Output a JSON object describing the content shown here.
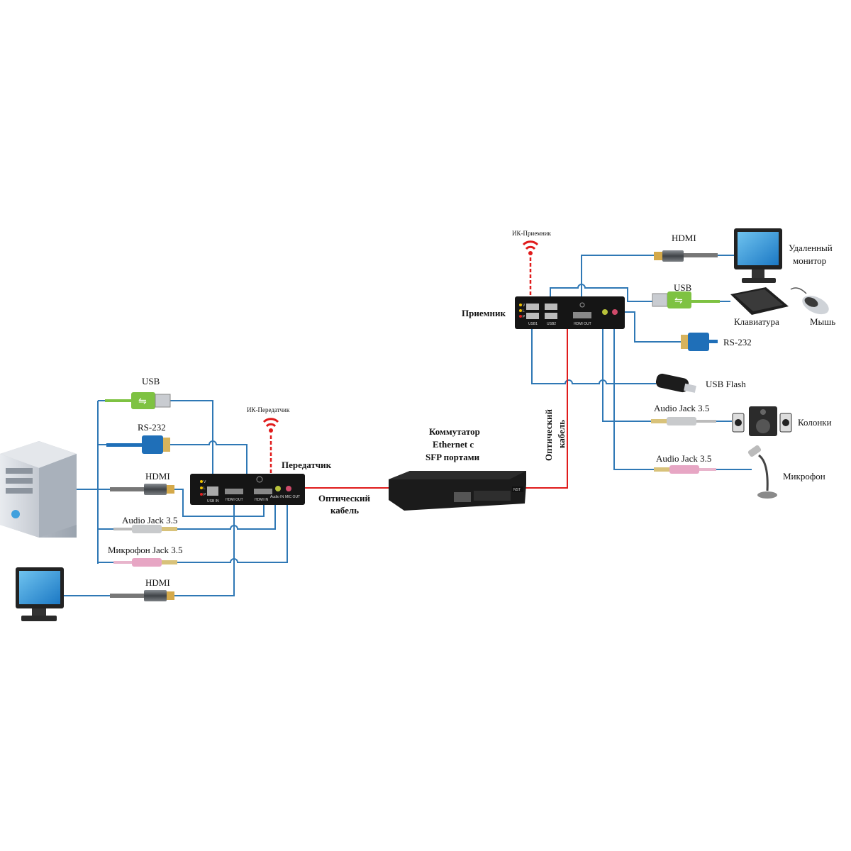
{
  "transmitter": {
    "label": "Передатчик",
    "ir_label": "ИК-Передатчик",
    "ports": [
      "USB IN",
      "HDMI OUT",
      "HDMI IN",
      "Audio IN",
      "MIC OUT"
    ],
    "leds": [
      "V",
      "L",
      "P"
    ]
  },
  "receiver": {
    "label": "Приемник",
    "ir_label": "ИК-Приемник",
    "ports": [
      "USB1",
      "USB2",
      "HDMI OUT"
    ],
    "leds": [
      "V",
      "L",
      "P"
    ]
  },
  "switch": {
    "label_lines": [
      "Коммутатор",
      "Ethernet с",
      "SFP портами"
    ],
    "brand": "NST"
  },
  "left_cables": {
    "usb": "USB",
    "rs232": "RS-232",
    "hdmi_in": "HDMI",
    "audio": "Audio Jack 3.5",
    "mic": "Микрофон Jack 3.5",
    "hdmi_out": "HDMI"
  },
  "fiber_left": [
    "Оптический",
    "кабель"
  ],
  "fiber_right": [
    "Оптический",
    "кабель"
  ],
  "right_cables": {
    "hdmi": "HDMI",
    "usb": "USB",
    "rs232": "RS-232",
    "usb_flash": "USB Flash",
    "audio": "Audio Jack 3.5",
    "mic_audio": "Audio Jack 3.5"
  },
  "right_devices": {
    "monitor": [
      "Удаленный",
      "монитор"
    ],
    "keyboard": "Клавиатура",
    "mouse": "Мышь",
    "speakers": "Колонки",
    "microphone": "Микрофон"
  },
  "colors": {
    "wire": "#2f78b5",
    "fiber": "#e01b1b",
    "usb_green": "#7ec242",
    "rs232_blue": "#1f6fb8"
  }
}
